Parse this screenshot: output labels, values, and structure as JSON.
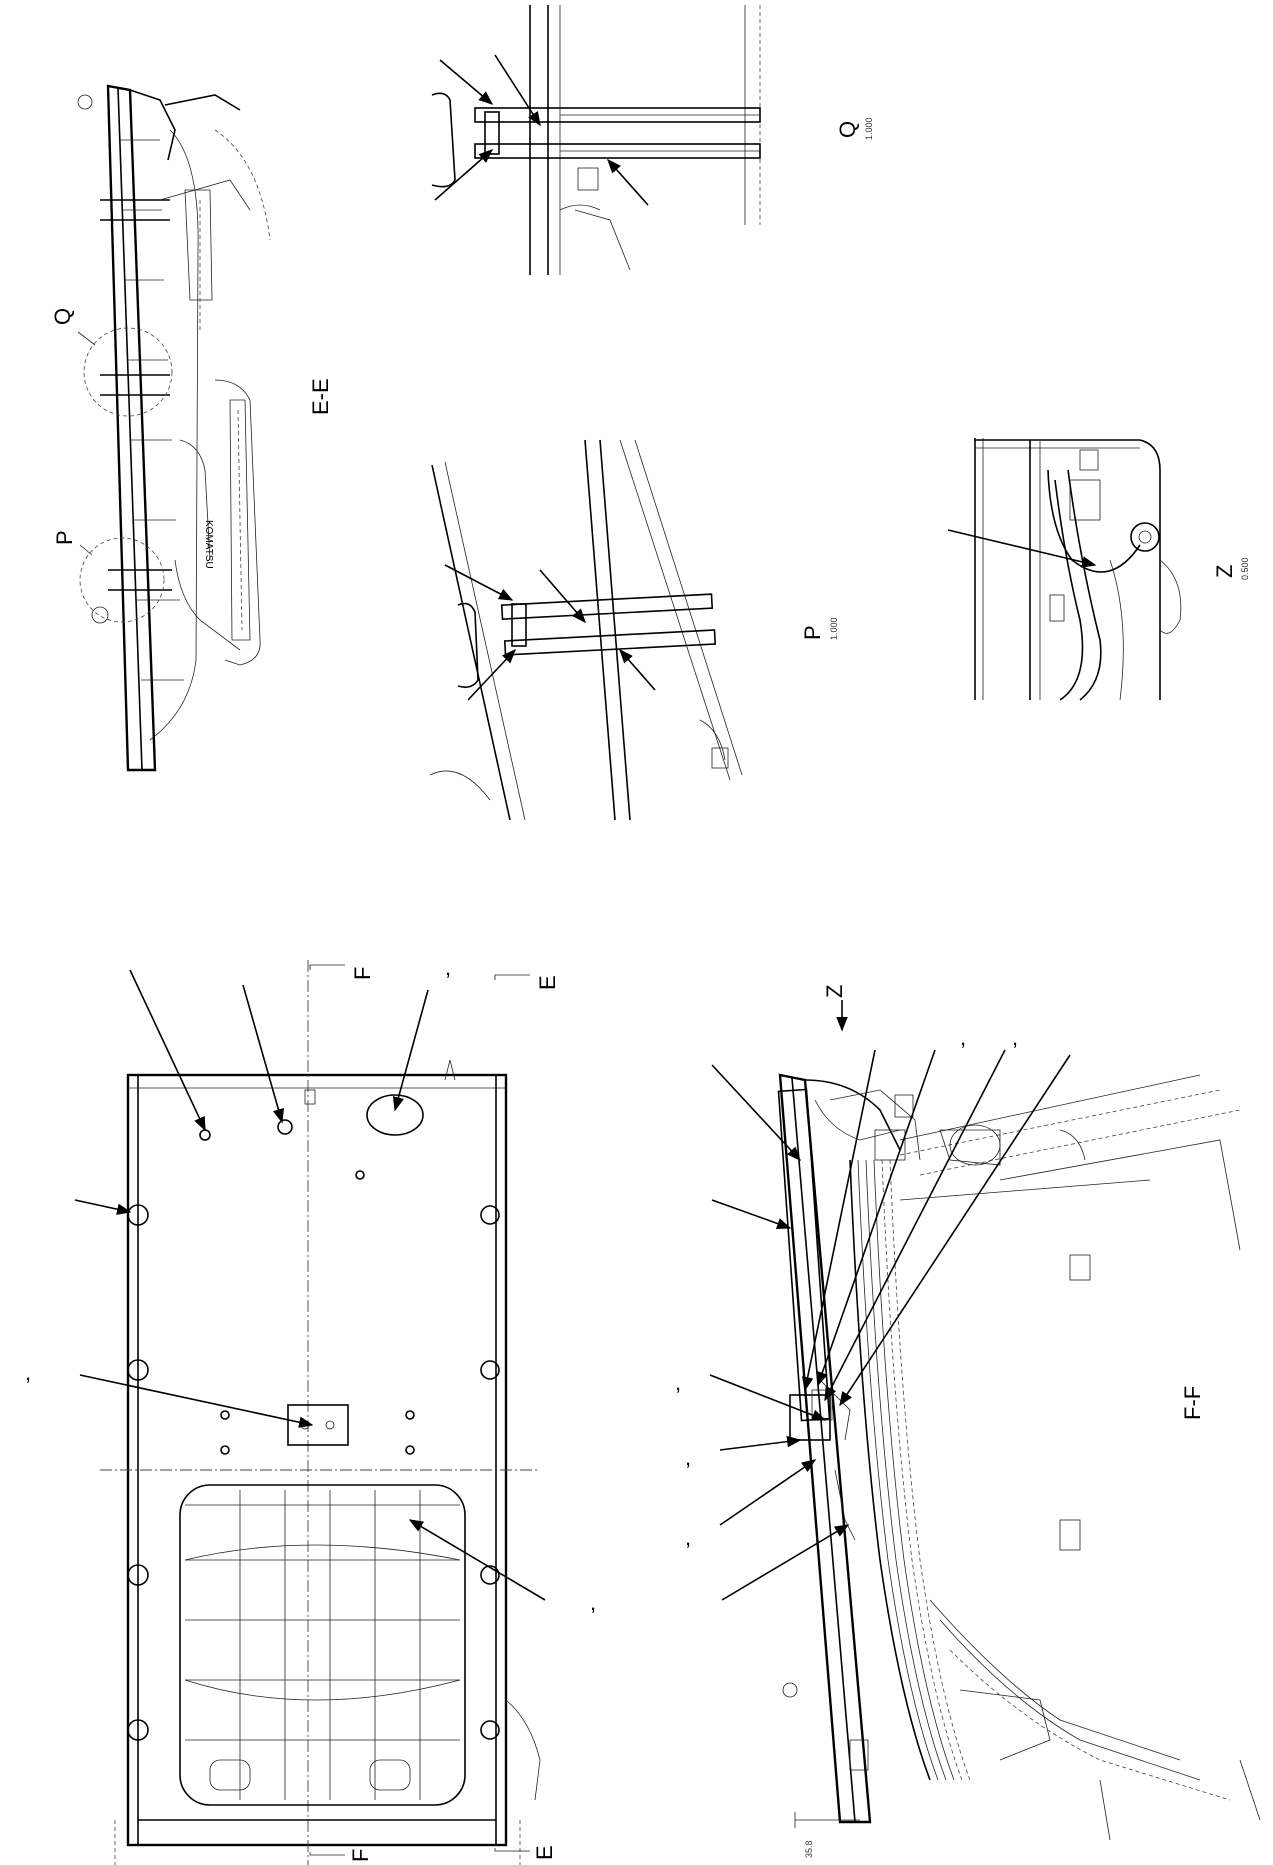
{
  "views": {
    "ee": {
      "label": "E-E"
    },
    "ff": {
      "label": "F-F"
    },
    "p": {
      "label": "P",
      "scale": "1.000"
    },
    "q": {
      "label": "Q",
      "scale": "1.000"
    },
    "z": {
      "label": "Z",
      "scale": "0.500"
    }
  },
  "detail_circles": {
    "p": "P",
    "q": "Q"
  },
  "section_marks": {
    "f_top": "F",
    "f_bottom": "F",
    "e_top": "E",
    "e_bottom": "E",
    "z_arrow": "Z"
  },
  "dimension": "35.8",
  "comma": ","
}
